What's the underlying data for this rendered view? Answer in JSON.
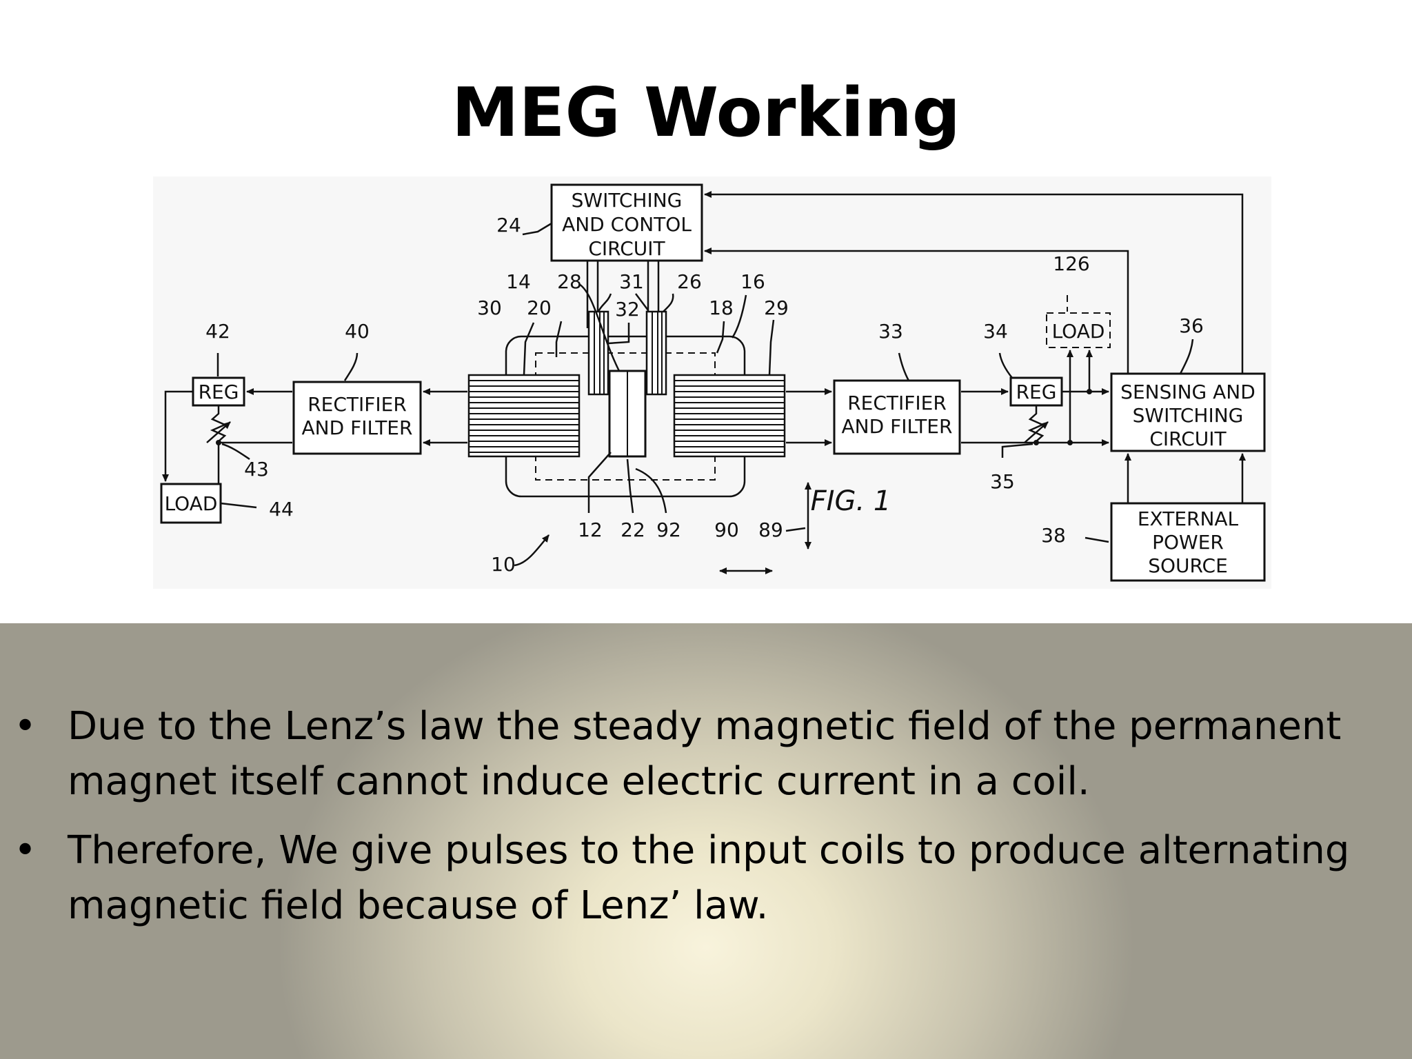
{
  "slide": {
    "title": "MEG Working"
  },
  "diagram": {
    "blocks": {
      "switching_control": [
        "SWITCHING",
        "AND CONTOL",
        "CIRCUIT"
      ],
      "rectifier_left": [
        "RECTIFIER",
        "AND FILTER"
      ],
      "rectifier_right": [
        "RECTIFIER",
        "AND FILTER"
      ],
      "reg_left": "REG",
      "reg_right": "REG",
      "load_left": "LOAD",
      "load_right": "LOAD",
      "sensing_switching": [
        "SENSING AND",
        "SWITCHING",
        "CIRCUIT"
      ],
      "external_power": [
        "EXTERNAL",
        "POWER",
        "SOURCE"
      ]
    },
    "figure_label": "FIG. 1",
    "refs": {
      "r24": "24",
      "r14": "14",
      "r28": "28",
      "r31": "31",
      "r26": "26",
      "r16": "16",
      "r30": "30",
      "r20": "20",
      "r32": "32",
      "r18": "18",
      "r29": "29",
      "r42": "42",
      "r40": "40",
      "r33": "33",
      "r34": "34",
      "r126": "126",
      "r36": "36",
      "r43": "43",
      "r44": "44",
      "r35": "35",
      "r38": "38",
      "r12": "12",
      "r22": "22",
      "r92": "92",
      "r90": "90",
      "r89": "89",
      "r10": "10"
    }
  },
  "bullets": [
    {
      "line1": "Due to the Lenz’s law the steady magnetic field of the permanent",
      "line2": "magnet itself cannot induce electric current in a coil."
    },
    {
      "line1": "Therefore, We give pulses to the input coils to produce alternating",
      "line2": "magnetic field because of Lenz’ law."
    }
  ],
  "bullet_symbol": "•"
}
